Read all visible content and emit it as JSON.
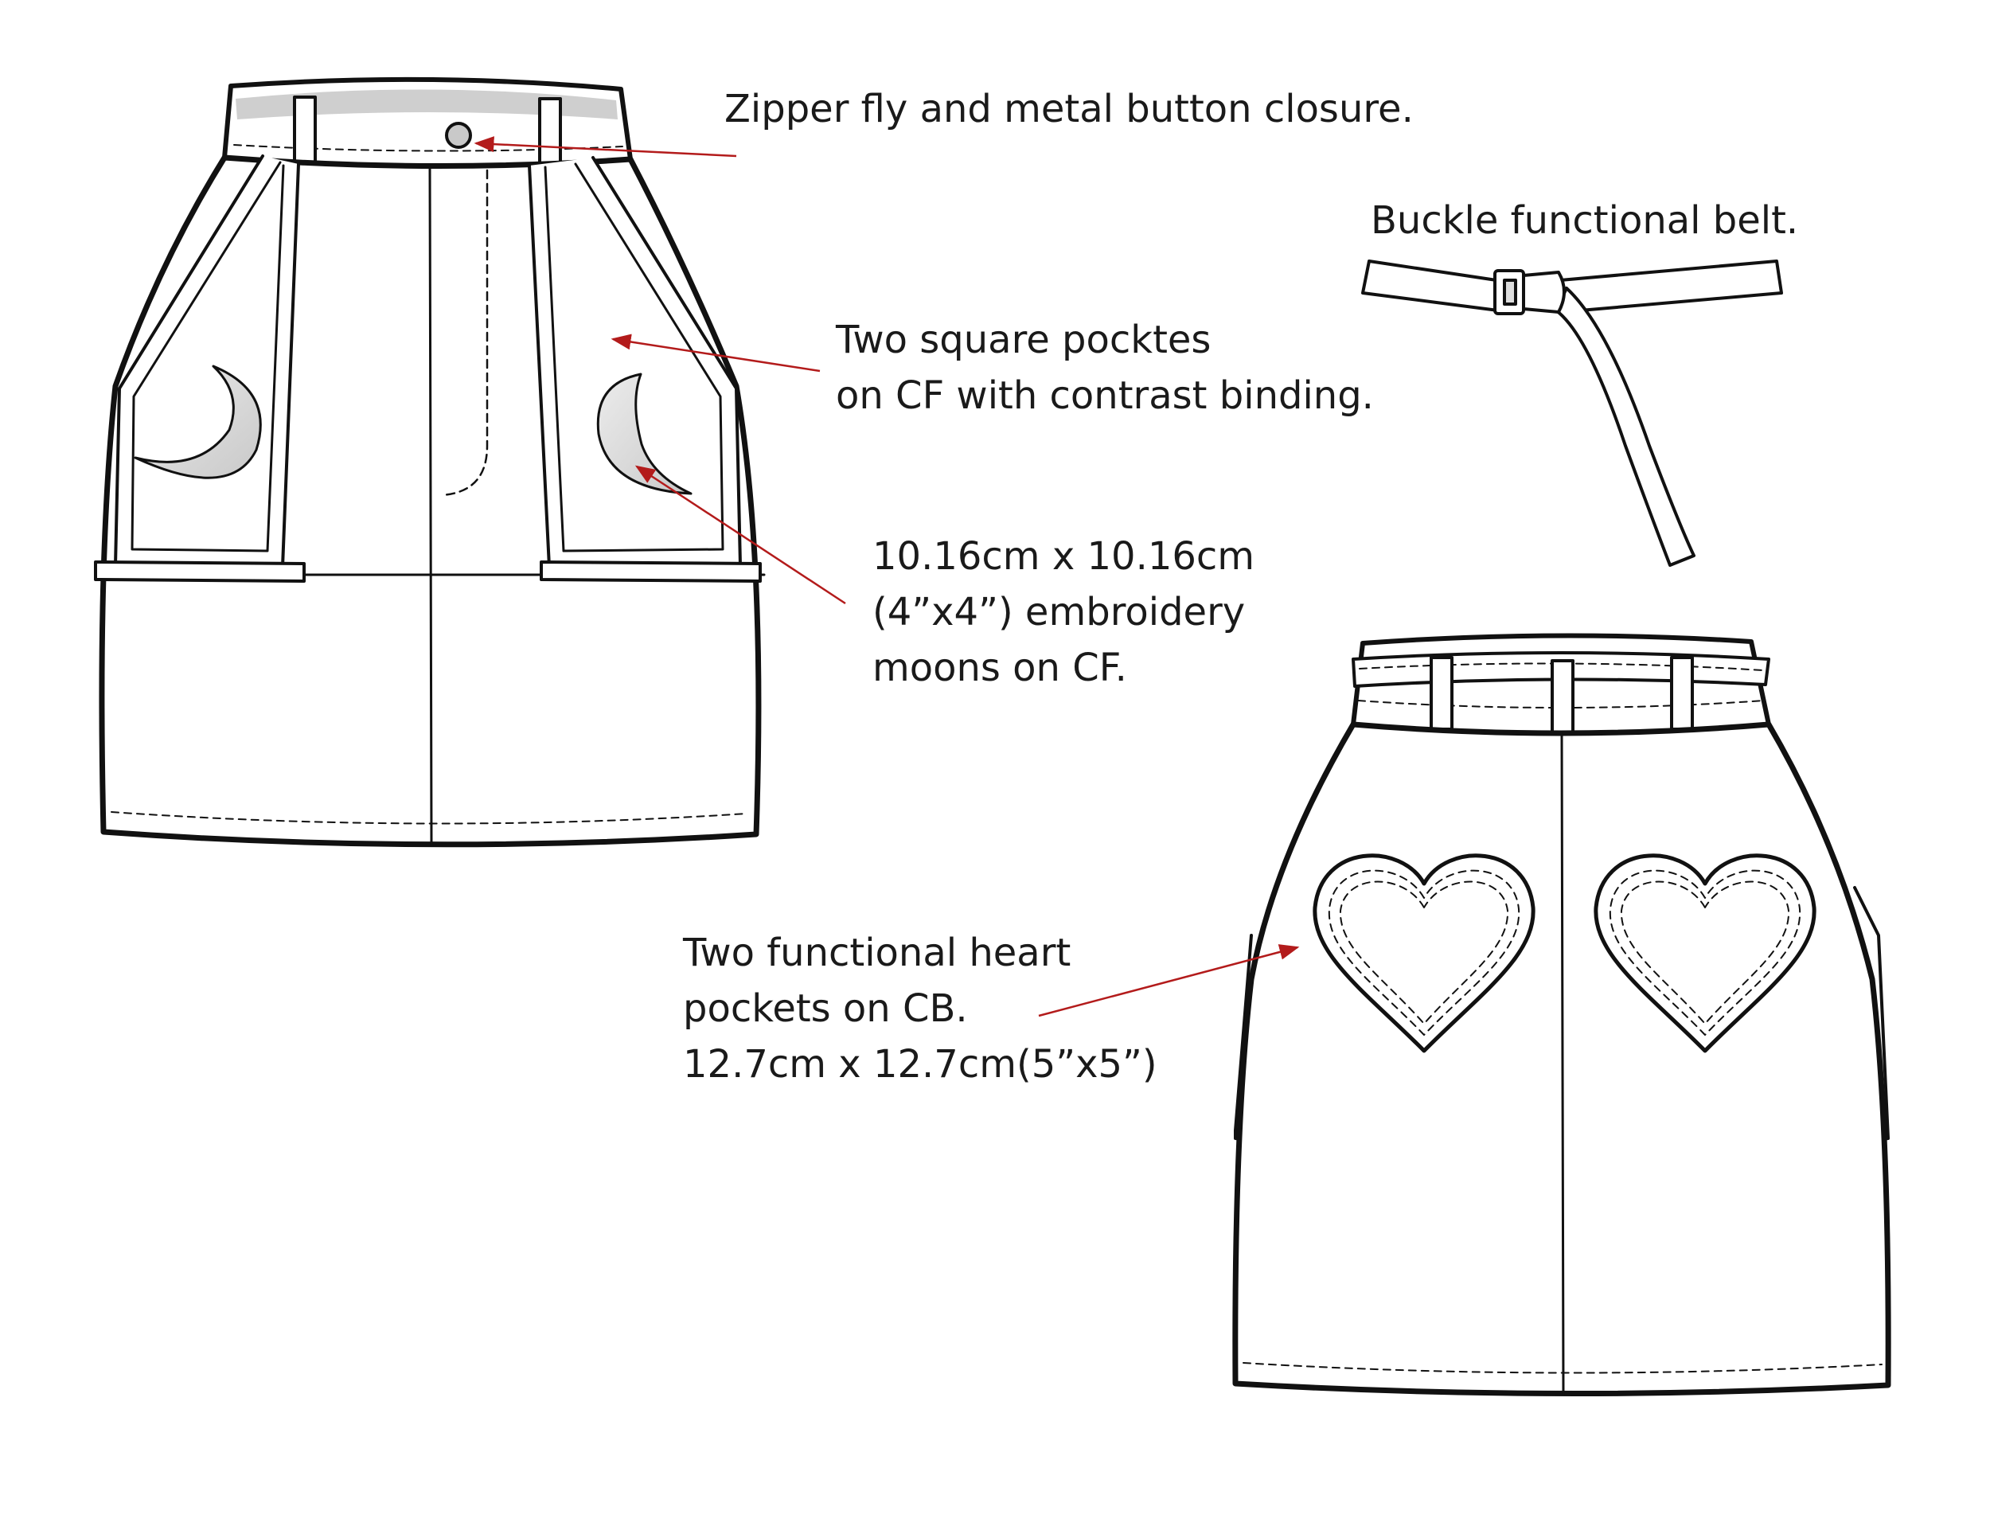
{
  "annotations": {
    "closure": [
      "Zipper fly and metal button closure."
    ],
    "belt": [
      "Buckle functional belt."
    ],
    "front_pockets": [
      "Two square pocktes",
      "on CF with contrast binding."
    ],
    "embroidery": [
      "10.16cm x 10.16cm",
      "(4”x4”) embroidery",
      "moons on CF."
    ],
    "heart_pockets": [
      "Two functional heart",
      "pockets on CB.",
      "12.7cm x 12.7cm(5”x5”)"
    ]
  },
  "icons": [
    "moon-embroidery-icon",
    "heart-pocket-icon",
    "buckle-icon",
    "button-icon"
  ],
  "colors": {
    "line": "#111111",
    "leader": "#b31b1b",
    "embroidery_fill": "#d8d8d8",
    "waistband_inner": "#cfcfcf"
  }
}
